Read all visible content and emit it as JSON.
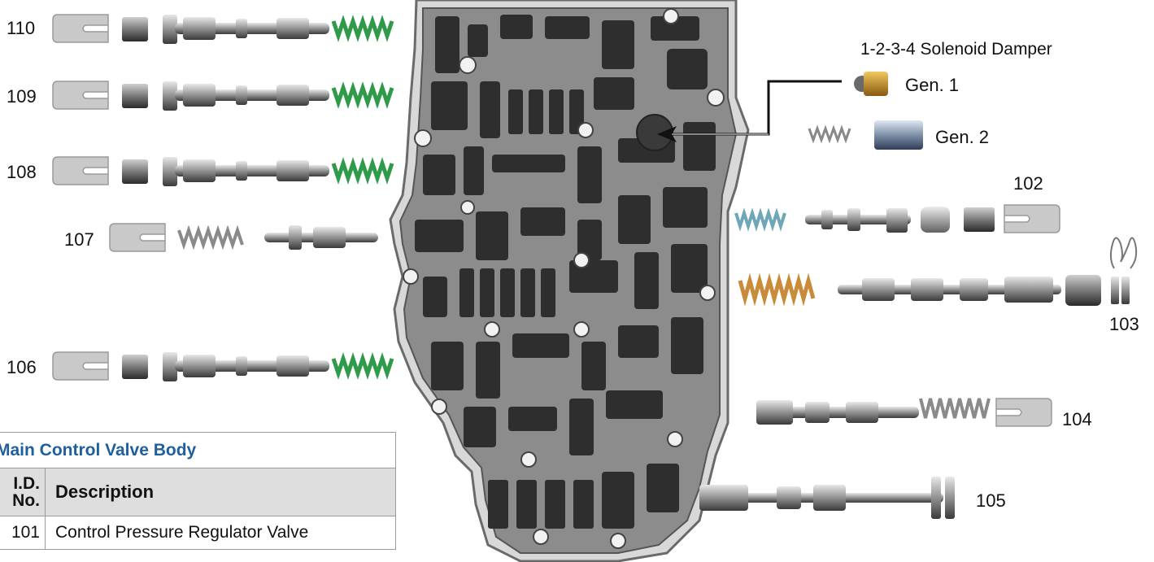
{
  "callout": {
    "title": "1-2-3-4 Solenoid Damper",
    "gen1": "Gen. 1",
    "gen2": "Gen. 2"
  },
  "part_labels": {
    "p110": "110",
    "p109": "109",
    "p108": "108",
    "p107": "107",
    "p106": "106",
    "p102": "102",
    "p103": "103",
    "p104": "104",
    "p105": "105"
  },
  "table": {
    "title": "Main Control Valve Body",
    "col_id": "I.D. No.",
    "col_desc": "Description",
    "rows": [
      {
        "id": "101",
        "description": "Control Pressure Regulator Valve"
      }
    ]
  },
  "colors": {
    "spring_green": "#2f9a4a",
    "spring_orange": "#c98a3a",
    "spring_blue": "#6fa6b8",
    "spring_gray": "#8a8a8a",
    "table_title": "#1f5f9e",
    "damper_gold": "#c8961e"
  }
}
